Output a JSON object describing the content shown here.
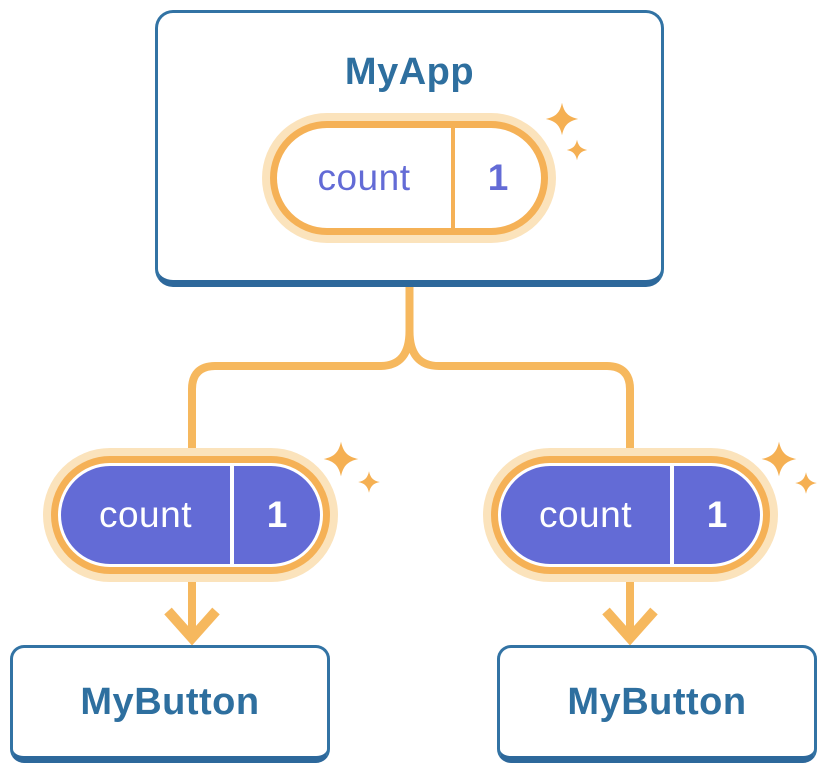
{
  "diagram": {
    "root": {
      "title": "MyApp",
      "state": {
        "label": "count",
        "value": "1"
      }
    },
    "children": [
      {
        "title": "MyButton",
        "state": {
          "label": "count",
          "value": "1"
        }
      },
      {
        "title": "MyButton",
        "state": {
          "label": "count",
          "value": "1"
        }
      }
    ],
    "colors": {
      "background": "#FFFFFF",
      "card_border_blue": "#3273A4",
      "card_bottom_blue": "#2D689B",
      "title_text_blue": "#2E6F9F",
      "state_purple": "#636BD6",
      "state_text_on_purple": "#FFFFFF",
      "connector_orange": "#F6B85E",
      "ring_orange": "#F5B156",
      "ring_pale_orange": "#FBE3BC",
      "sparkle_orange": "#F5B053"
    },
    "icons": [
      "sparkle-icon"
    ]
  }
}
